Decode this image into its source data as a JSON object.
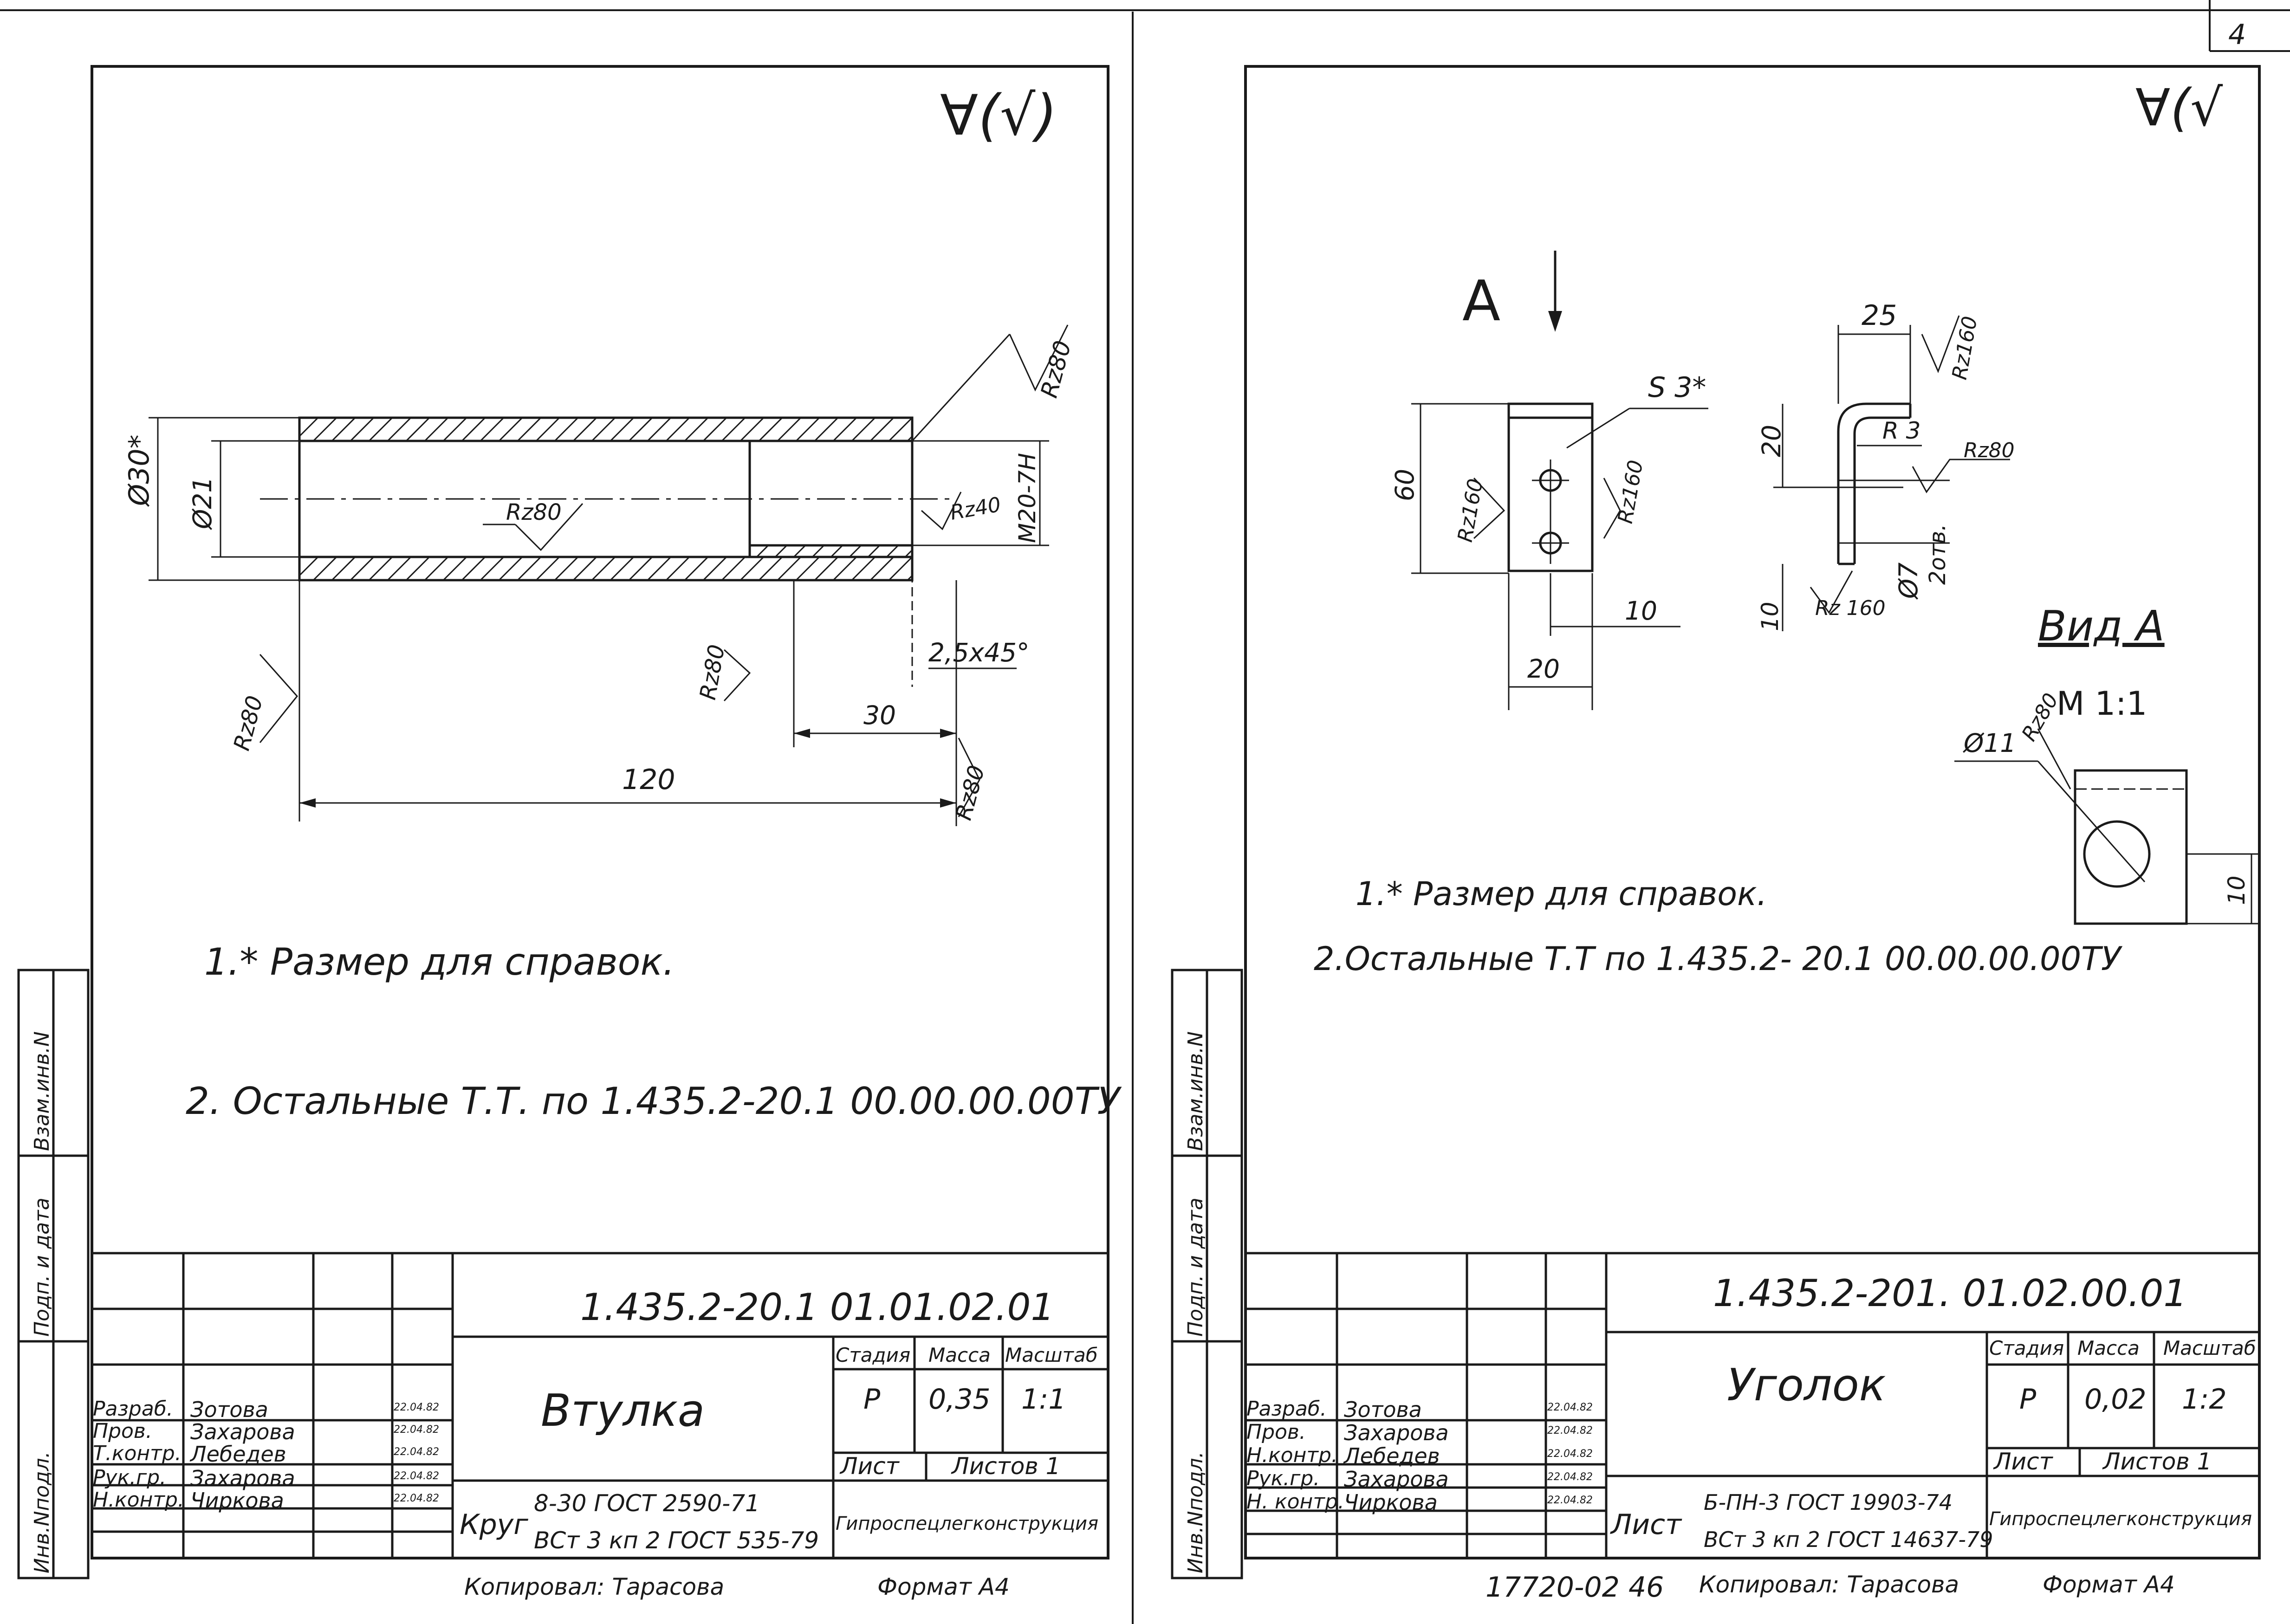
{
  "left": {
    "roughness_mark": "∀(√)",
    "dimensions": {
      "d30": "Ø30*",
      "d21": "Ø21",
      "m20": "M20-7H",
      "chamfer": "2,5x45°",
      "len30": "30",
      "len120": "120"
    },
    "roughness": {
      "rz80_top": "Rz80",
      "rz80_inner": "Rz80",
      "rz40": "Rz40",
      "rz80_left": "Rz80",
      "rz80_mid": "Rz80",
      "rz80_right": "Rz80"
    },
    "notes": [
      "1.* Размер для справок.",
      "2. Остальные Т.Т. по 1.435.2-20.1 00.00.00.00ТУ"
    ],
    "side_labels": [
      "Инв.Nподл.",
      "Подп. и дата",
      "Взам.инв.N"
    ],
    "title_block": {
      "designation": "1.435.2-20.1 01.01.02.01",
      "name": "Втулка",
      "stage_header": "Стадия",
      "mass_header": "Масса",
      "scale_header": "Масштаб",
      "stage": "Р",
      "mass": "0,35",
      "scale": "1:1",
      "sheet_label": "Лист",
      "sheets_label": "Листов 1",
      "roles": [
        "Разраб.",
        "Пров.",
        "Т.контр.",
        "Рук.гр.",
        "Н.контр."
      ],
      "names": [
        "Зотова",
        "Захарова",
        "Лебедев",
        "Захарова",
        "Чиркова"
      ],
      "dates": [
        "22.04.82",
        "22.04.82",
        "22.04.82",
        "22.04.82",
        "22.04.82"
      ],
      "material_prefix": "Круг",
      "material_line1": "8-30 ГОСТ 2590-71",
      "material_line2": "ВСт 3 кп 2 ГОСТ 535-79",
      "org": "Гипроспецлегконструкция"
    },
    "copied_by": "Копировал: Тарасова",
    "format": "Формат А4"
  },
  "right": {
    "roughness_mark": "∀(√",
    "view_letter": "A",
    "dimensions": {
      "s3": "S 3*",
      "h60": "60",
      "w10": "10",
      "w20": "20",
      "w25": "25",
      "h20": "20",
      "r3": "R 3",
      "d7": "Ø7",
      "holes": "2отв.",
      "h10": "10",
      "d11": "Ø11",
      "h10b": "10"
    },
    "roughness": {
      "rz160_a": "Rz160",
      "rz160_b": "Rz160",
      "rz160_c": "Rz160",
      "rz160_d": "Rz 160",
      "rz80_a": "Rz80",
      "rz80_b": "Rz80"
    },
    "view_title": "Вид А",
    "view_scale": "M 1:1",
    "notes": [
      "1.* Размер для справок.",
      "2.Остальные  Т.Т  по  1.435.2- 20.1  00.00.00.00ТУ"
    ],
    "side_labels": [
      "Инв.Nподл.",
      "Подп. и дата",
      "Взам.инв.N"
    ],
    "title_block": {
      "designation": "1.435.2-201. 01.02.00.01",
      "name": "Уголок",
      "stage_header": "Стадия",
      "mass_header": "Масса",
      "scale_header": "Масштаб",
      "stage": "Р",
      "mass": "0,02",
      "scale": "1:2",
      "sheet_label": "Лист",
      "sheets_label": "Листов 1",
      "roles": [
        "Разраб.",
        "Пров.",
        "Н.контр.",
        "Рук.гр.",
        "Н. контр."
      ],
      "names": [
        "Зотова",
        "Захарова",
        "Лебедев",
        "Захарова",
        "Чиркова"
      ],
      "dates": [
        "22.04.82",
        "22.04.82",
        "22.04.82",
        "22.04.82",
        "22.04.82"
      ],
      "material_prefix": "Лист",
      "material_line1": "Б-ПН-3 ГОСТ 19903-74",
      "material_line2": "ВСт 3 кп 2 ГОСТ 14637-79",
      "org": "Гипроспецлегконструкция"
    },
    "archive_number": "17720-02 46",
    "copied_by": "Копировал: Тарасова",
    "format": "Формат А4"
  },
  "corner_mark": "4"
}
